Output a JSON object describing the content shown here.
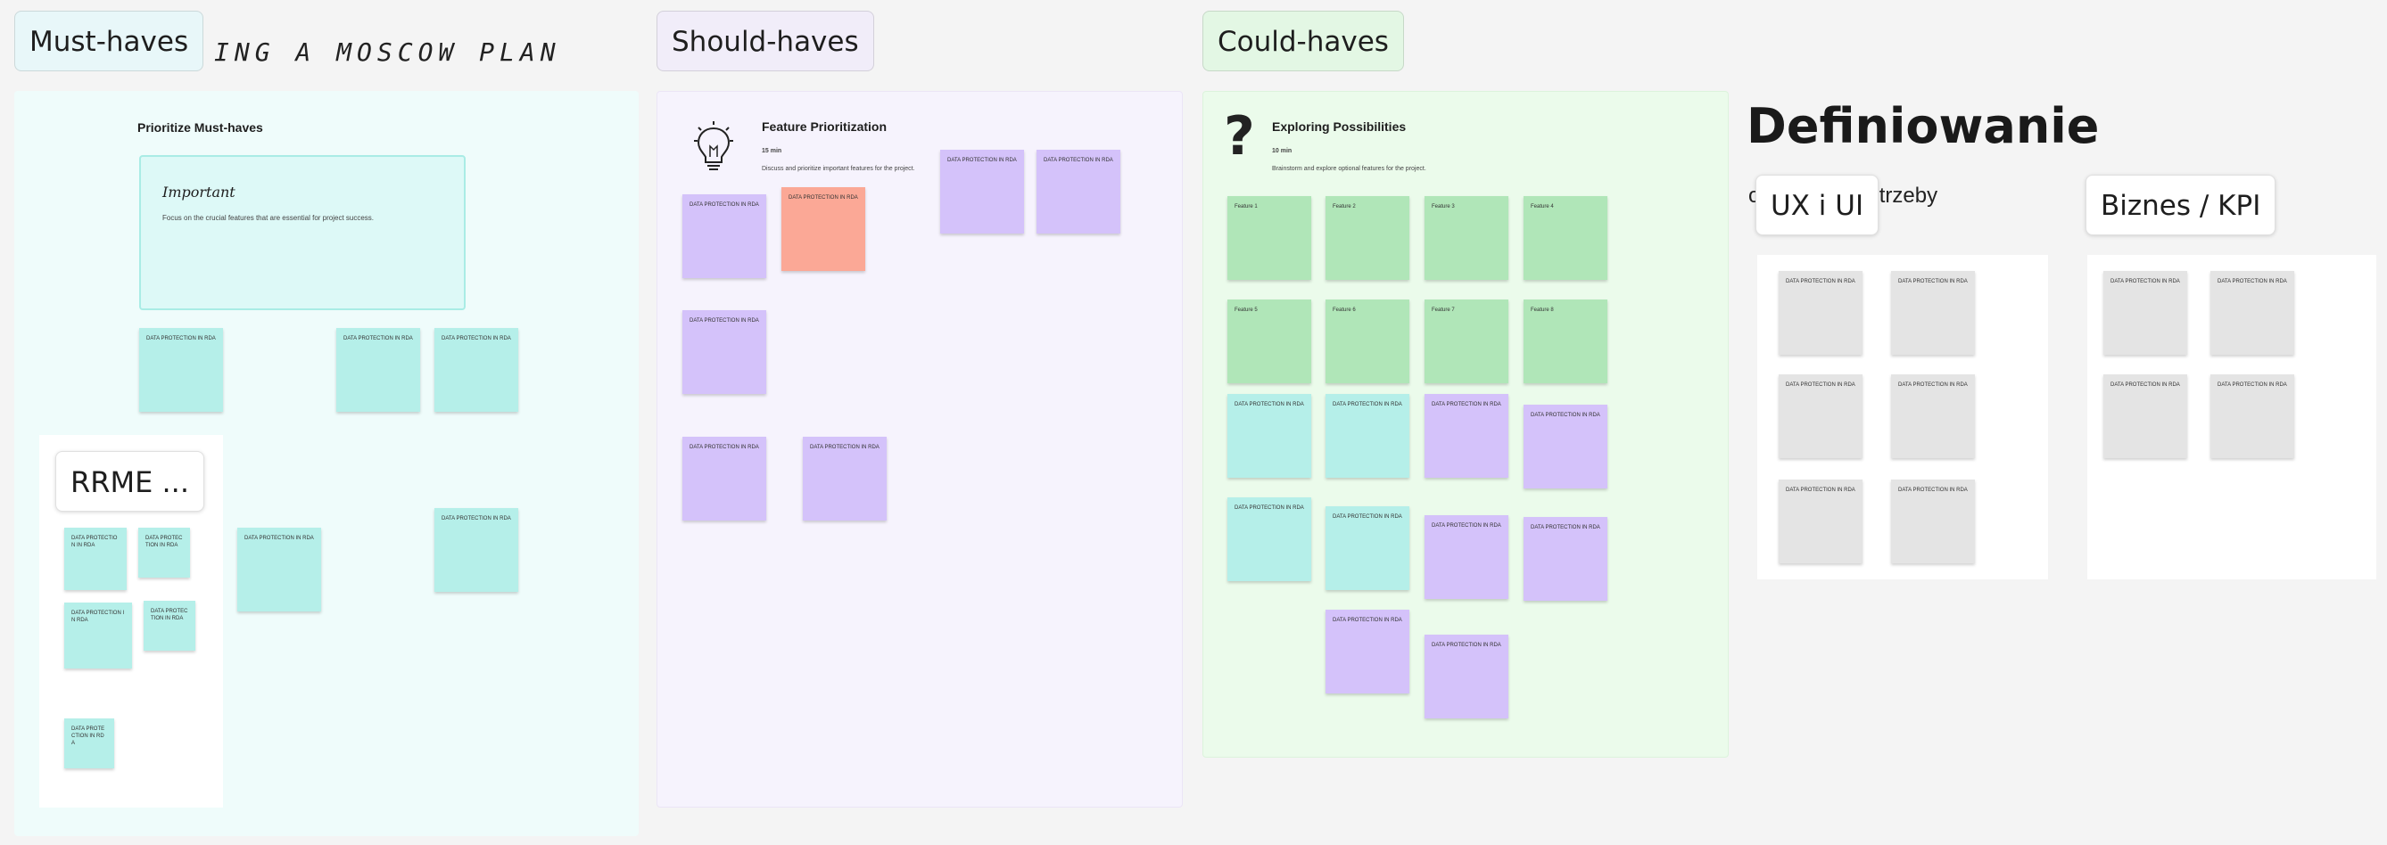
{
  "board": {
    "handwritten_title": "ING A MOSCOW PLAN"
  },
  "must": {
    "tag": "Must-haves",
    "title": "Prioritize Must-haves",
    "important_title": "Important",
    "important_text": "Focus on the crucial features that are essential for project success.",
    "rrme_tag": "RRME ...",
    "stickies": [
      "DATA PROTECTION IN RDA",
      "DATA PROTECTION IN RDA",
      "DATA PROTECTION IN RDA",
      "DATA PROTECTION IN RDA",
      "DATA PROTECTION IN RDA",
      "DATA PROTECTION IN RDA",
      "DATA PROTECTION IN RDA",
      "DATA PROTECTION IN RDA",
      "DATA PROTECTION IN RDA",
      "DATA PROTECTION IN RDA"
    ]
  },
  "should": {
    "tag": "Should-haves",
    "title": "Feature Prioritization",
    "time": "15 min",
    "desc": "Discuss and prioritize important features for the project.",
    "stickies": [
      "DATA PROTECTION IN RDA",
      "DATA PROTECTION IN RDA",
      "DATA PROTECTION IN RDA",
      "DATA PROTECTION IN RDA",
      "DATA PROTECTION IN RDA",
      "DATA PROTECTION IN RDA",
      "DATA PROTECTION IN RDA"
    ]
  },
  "could": {
    "tag": "Could-haves",
    "title": "Exploring Possibilities",
    "time": "10 min",
    "desc": "Brainstorm and explore optional features for the project.",
    "stickies": [
      "Feature 1",
      "Feature 2",
      "Feature 3",
      "Feature 4",
      "Feature 5",
      "Feature 6",
      "Feature 7",
      "Feature 8",
      "DATA PROTECTION IN RDA",
      "DATA PROTECTION IN RDA",
      "DATA PROTECTION IN RDA",
      "DATA PROTECTION IN RDA",
      "DATA PROTECTION IN RDA",
      "DATA PROTECTION IN RDA",
      "DATA PROTECTION IN RDA",
      "DATA PROTECTION IN RDA",
      "DATA PROTECTION IN RDA",
      "DATA PROTECTION IN RDA"
    ]
  },
  "define": {
    "heading": "Definiowanie",
    "subtext": "o                potrzeby",
    "ux_tag": "UX i UI",
    "biz_tag": "Biznes / KPI",
    "ux_stickies": [
      "DATA PROTECTION IN RDA",
      "DATA PROTECTION IN RDA",
      "DATA PROTECTION IN RDA",
      "DATA PROTECTION IN RDA",
      "DATA PROTECTION IN RDA",
      "DATA PROTECTION IN RDA"
    ],
    "biz_stickies": [
      "DATA PROTECTION IN RDA",
      "DATA PROTECTION IN RDA",
      "DATA PROTECTION IN RDA",
      "DATA PROTECTION IN RDA"
    ]
  },
  "colors": {
    "must_bg": "#effcfb",
    "should_bg": "#f6f3fd",
    "could_bg": "#ebfbeb",
    "teal": "#b5efe9",
    "purple": "#d4c2fa",
    "green": "#b0e6b8",
    "salmon": "#fba896"
  }
}
